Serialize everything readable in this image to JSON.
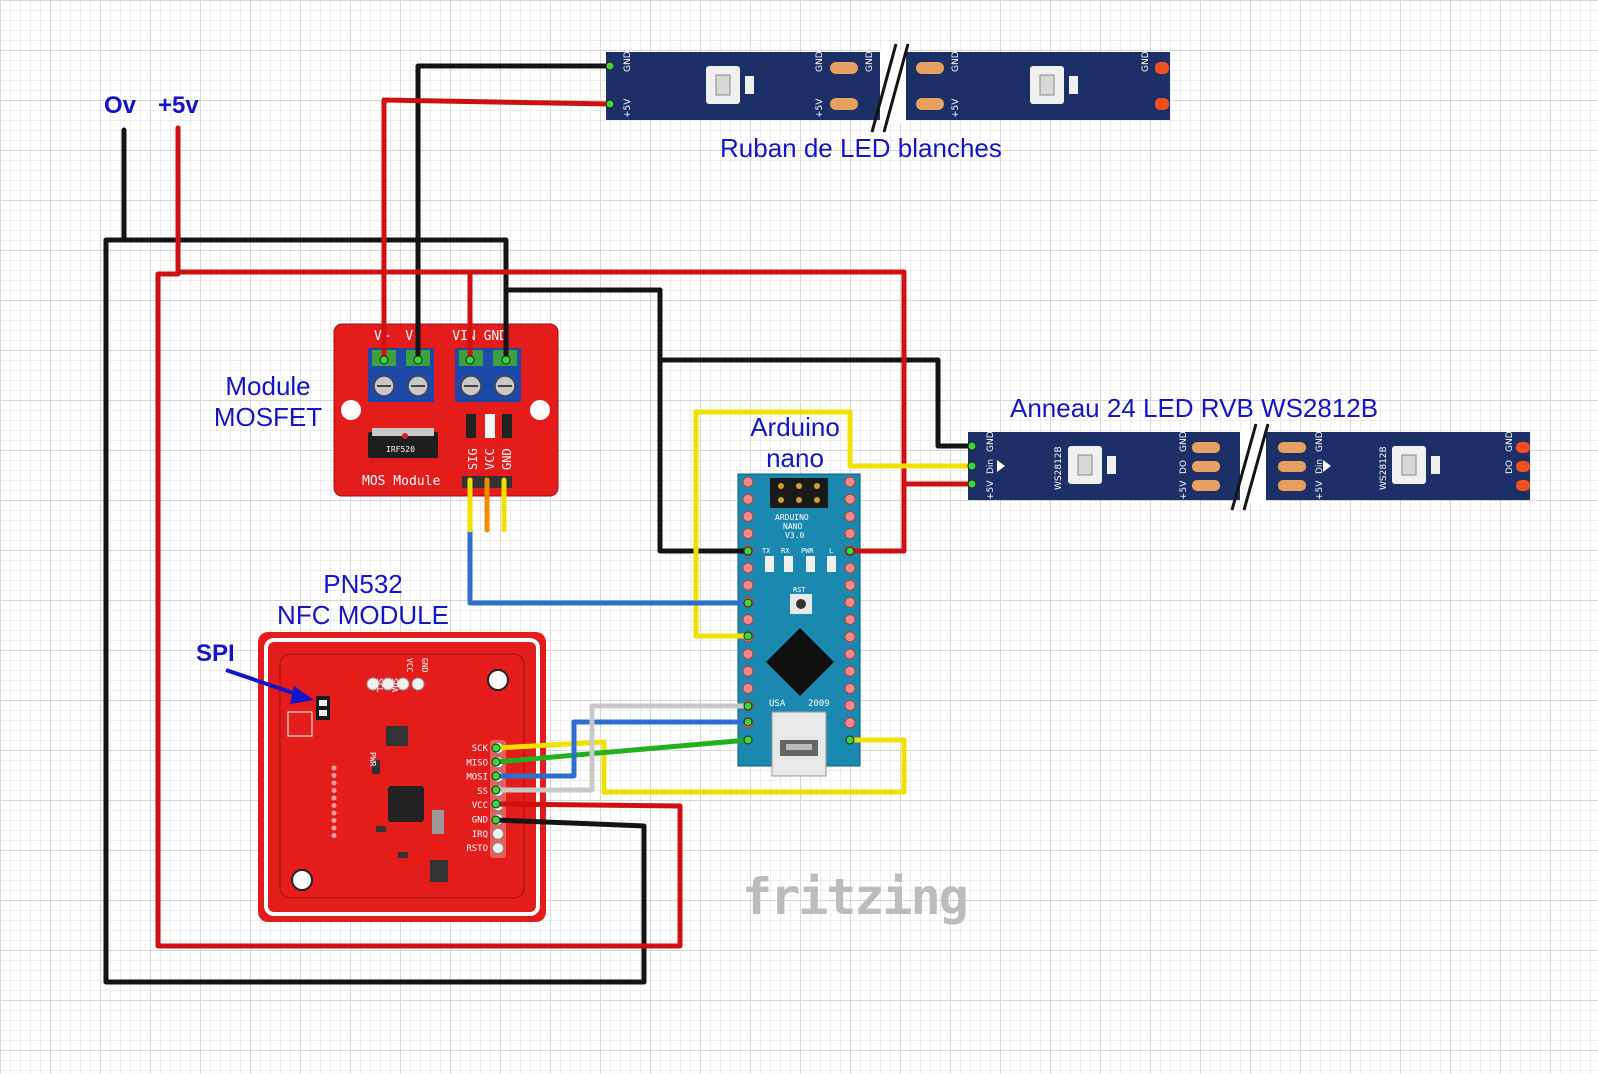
{
  "rails": {
    "gnd_label": "Ov",
    "vcc_label": "+5v"
  },
  "white_strip": {
    "label": "Ruban de LED blanches",
    "pad_gnd": "GND",
    "pad_vcc": "+5V"
  },
  "ring": {
    "label": "Anneau 24 LED RVB WS2812B",
    "pad_gnd": "GND",
    "pad_din": "Din",
    "pad_vcc": "+5V",
    "pad_do": "DO",
    "chip_label": "WS2812B"
  },
  "mosfet": {
    "label_line1": "Module",
    "label_line2": "MOSFET",
    "terminals": "V+  V-    VIN GND",
    "pins": [
      "SIG",
      "VCC",
      "GND"
    ],
    "chip": "IRF520",
    "board_text": "MOS Module"
  },
  "arduino": {
    "label_line1": "Arduino",
    "label_line2": "nano",
    "board_text1": "ARDUINO",
    "board_text2": "NANO",
    "board_text3": "V3.0",
    "usa": "USA",
    "year": "2009",
    "rst": "RST",
    "led_labels": [
      "TX",
      "RX",
      "PWR",
      "L"
    ]
  },
  "nfc": {
    "label_line1": "PN532",
    "label_line2": "NFC MODULE",
    "spi_label": "SPI",
    "pins": [
      "SCK",
      "MISO",
      "MOSI",
      "SS",
      "VCC",
      "GND",
      "IRQ",
      "RSTO"
    ],
    "i2c_pins": [
      "GND",
      "VCC",
      "SDA",
      "SCL"
    ],
    "pwr": "PWR"
  },
  "watermark": "fritzing",
  "colors": {
    "wire_black": "#141414",
    "wire_red": "#d01010",
    "wire_yellow": "#f2e000",
    "wire_blue": "#2a6fd0",
    "wire_green": "#20b020",
    "wire_gray": "#c8c8c8",
    "wire_orange": "#f08a00",
    "label_blue": "#1414c8",
    "pcb_red": "#e41c1c",
    "strip_navy": "#1c2f66",
    "nano_teal": "#1b88b0"
  }
}
